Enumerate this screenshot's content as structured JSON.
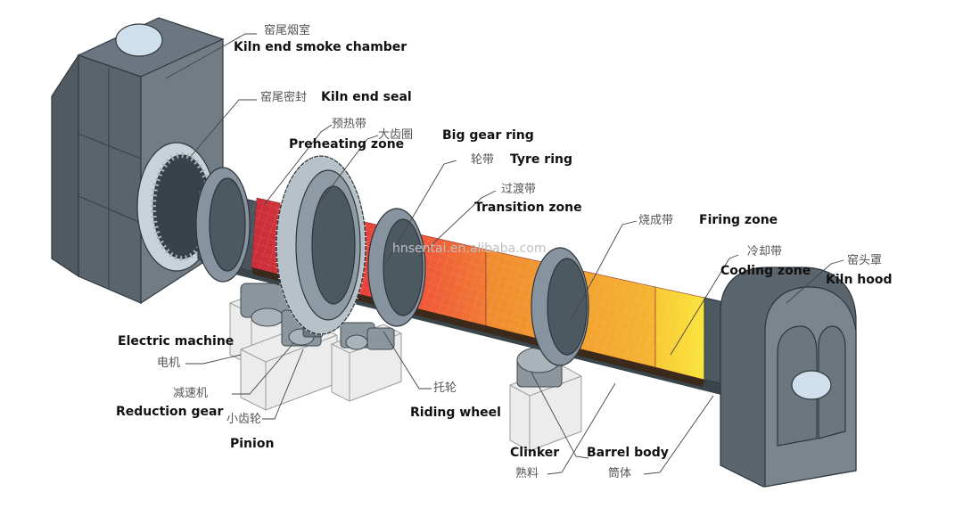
{
  "labels": {
    "smoke_chamber": {
      "cn": "窑尾烟室",
      "en": "Kiln end smoke chamber"
    },
    "end_seal": {
      "cn": "窑尾密封",
      "en": "Kiln end seal"
    },
    "preheating": {
      "cn": "预热带",
      "en": "Preheating zone"
    },
    "big_gear": {
      "cn": "大齿圈",
      "en": "Big gear ring"
    },
    "tyre": {
      "cn": "轮带",
      "en": "Tyre ring"
    },
    "transition": {
      "cn": "过渡带",
      "en": "Transition zone"
    },
    "firing": {
      "cn": "烧成带",
      "en": "Firing zone"
    },
    "cooling": {
      "cn": "冷却带",
      "en": "Cooling zone"
    },
    "kiln_hood": {
      "cn": "窑头罩",
      "en": "Kiln hood"
    },
    "electric": {
      "cn": "电机",
      "en": "Electric machine"
    },
    "reduction": {
      "cn": "减速机",
      "en": "Reduction gear"
    },
    "pinion": {
      "cn": "小齿轮",
      "en": "Pinion"
    },
    "riding": {
      "cn": "托轮",
      "en": "Riding wheel"
    },
    "clinker": {
      "cn": "熟料",
      "en": "Clinker"
    },
    "barrel": {
      "cn": "筒体",
      "en": "Barrel body"
    }
  },
  "watermark": "hnsentai.en.alibaba.com",
  "colors": {
    "metal": "#4d5961",
    "metal_light": "#6b767e",
    "preheat": "#e03a3a",
    "transition": "#ef5a2e",
    "firing": "#f39a2a",
    "cooling": "#f6d637",
    "concrete": "#ececec"
  }
}
